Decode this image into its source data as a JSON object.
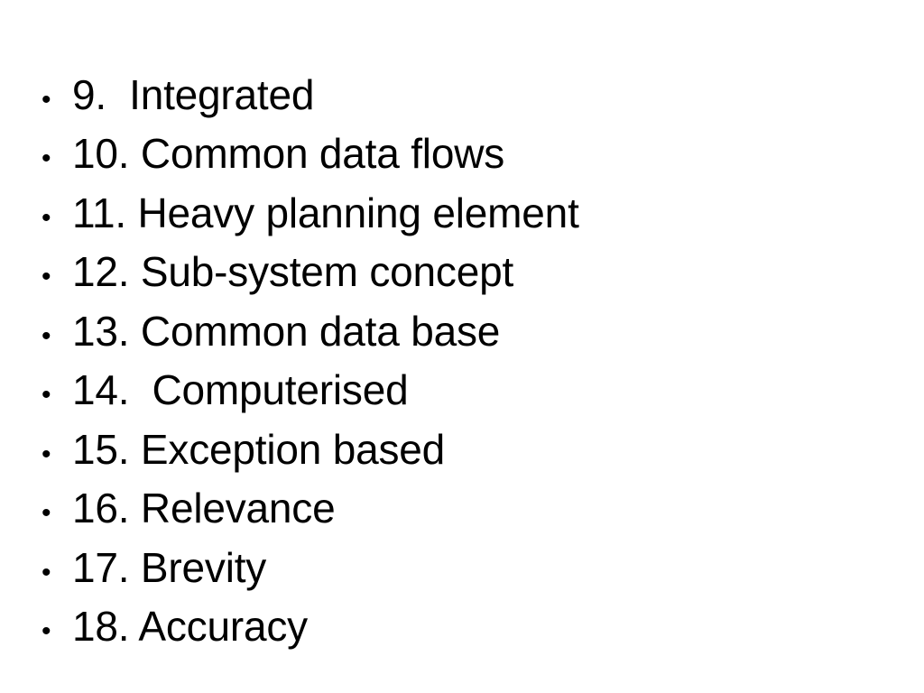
{
  "slide": {
    "background_color": "#ffffff",
    "text_color": "#000000",
    "bullet_glyph": "•",
    "items": [
      {
        "number": "9.",
        "label": "Integrated",
        "text": "9.  Integrated"
      },
      {
        "number": "10.",
        "label": "Common data flows",
        "text": "10. Common data flows"
      },
      {
        "number": "11.",
        "label": "Heavy planning element",
        "text": "11. Heavy planning element"
      },
      {
        "number": "12.",
        "label": "Sub-system concept",
        "text": "12. Sub-system concept"
      },
      {
        "number": "13.",
        "label": "Common data base",
        "text": "13. Common data base"
      },
      {
        "number": "14.",
        "label": "Computerised",
        "text": "14.  Computerised"
      },
      {
        "number": "15.",
        "label": "Exception based",
        "text": "15. Exception based"
      },
      {
        "number": "16.",
        "label": "Relevance",
        "text": "16. Relevance"
      },
      {
        "number": "17.",
        "label": "Brevity",
        "text": "17. Brevity"
      },
      {
        "number": "18.",
        "label": "Accuracy",
        "text": "18. Accuracy"
      }
    ]
  }
}
